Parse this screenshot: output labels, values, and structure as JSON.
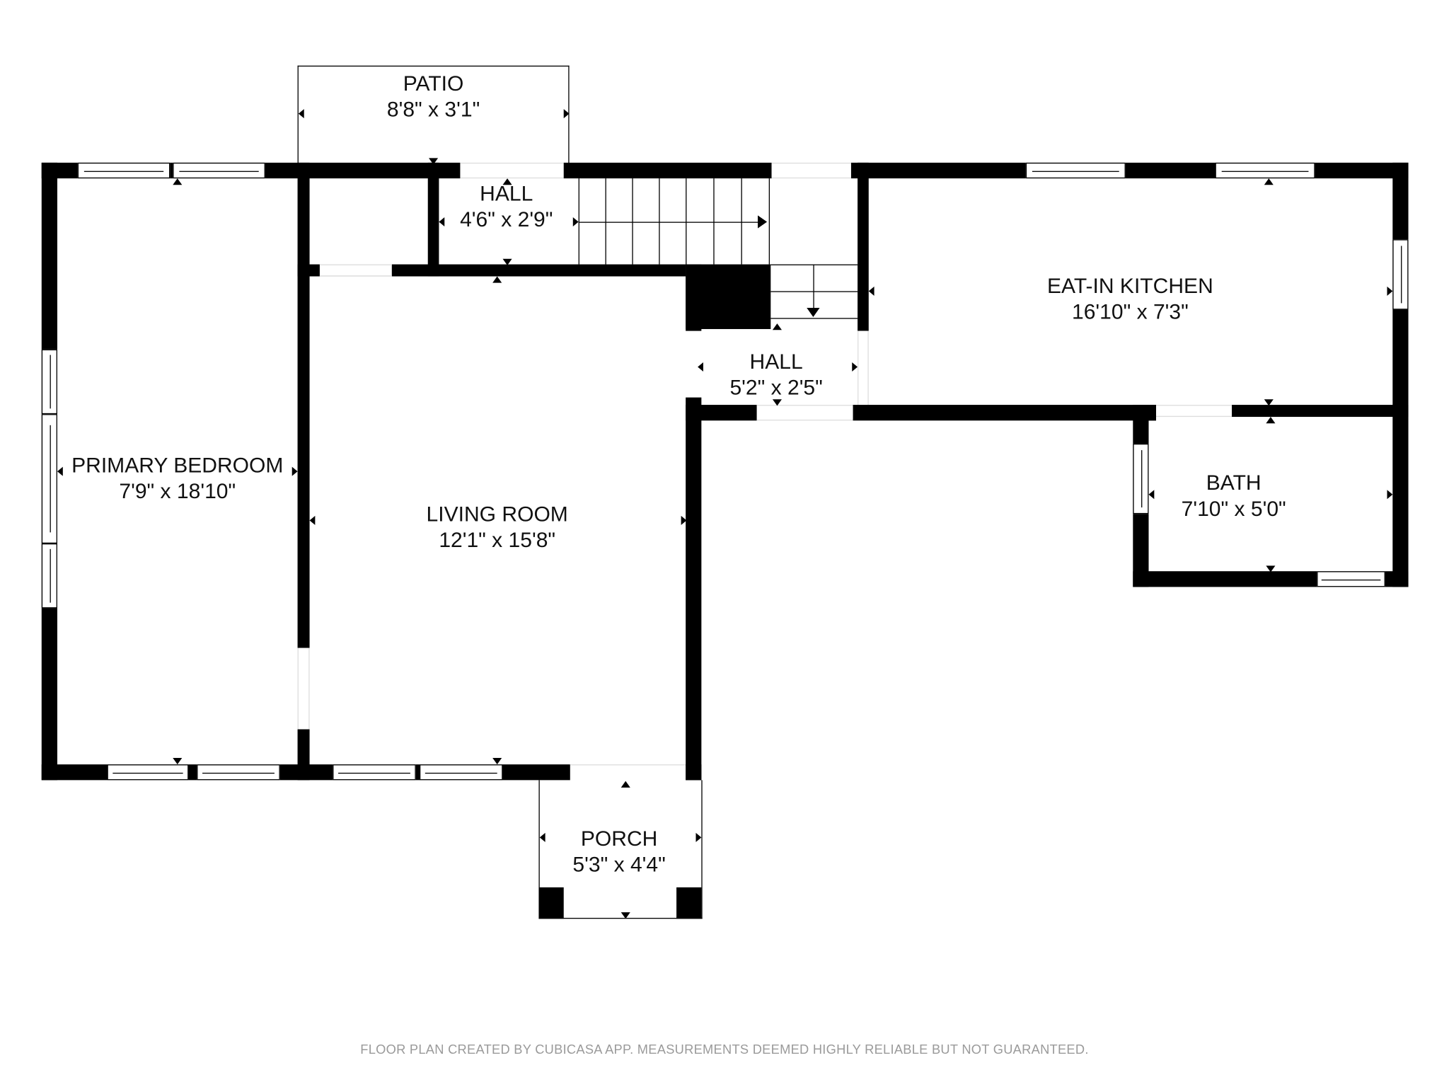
{
  "floor_plan": {
    "rooms": [
      {
        "id": "patio",
        "name": "PATIO",
        "dimensions": "8'8\" x 3'1\""
      },
      {
        "id": "hall_upper",
        "name": "HALL",
        "dimensions": "4'6\" x 2'9\""
      },
      {
        "id": "primary_bedroom",
        "name": "PRIMARY BEDROOM",
        "dimensions": "7'9\" x 18'10\""
      },
      {
        "id": "living_room",
        "name": "LIVING ROOM",
        "dimensions": "12'1\" x 15'8\""
      },
      {
        "id": "hall_lower",
        "name": "HALL",
        "dimensions": "5'2\" x 2'5\""
      },
      {
        "id": "eat_in_kitchen",
        "name": "EAT-IN KITCHEN",
        "dimensions": "16'10\" x 7'3\""
      },
      {
        "id": "bath",
        "name": "BATH",
        "dimensions": "7'10\" x 5'0\""
      },
      {
        "id": "porch",
        "name": "PORCH",
        "dimensions": "5'3\" x 4'4\""
      }
    ],
    "colors": {
      "wall": "#000000",
      "background": "#ffffff",
      "footer_text": "#9a9a9a"
    }
  },
  "footer": {
    "disclaimer": "FLOOR PLAN CREATED BY CUBICASA APP. MEASUREMENTS DEEMED HIGHLY RELIABLE BUT NOT GUARANTEED."
  }
}
